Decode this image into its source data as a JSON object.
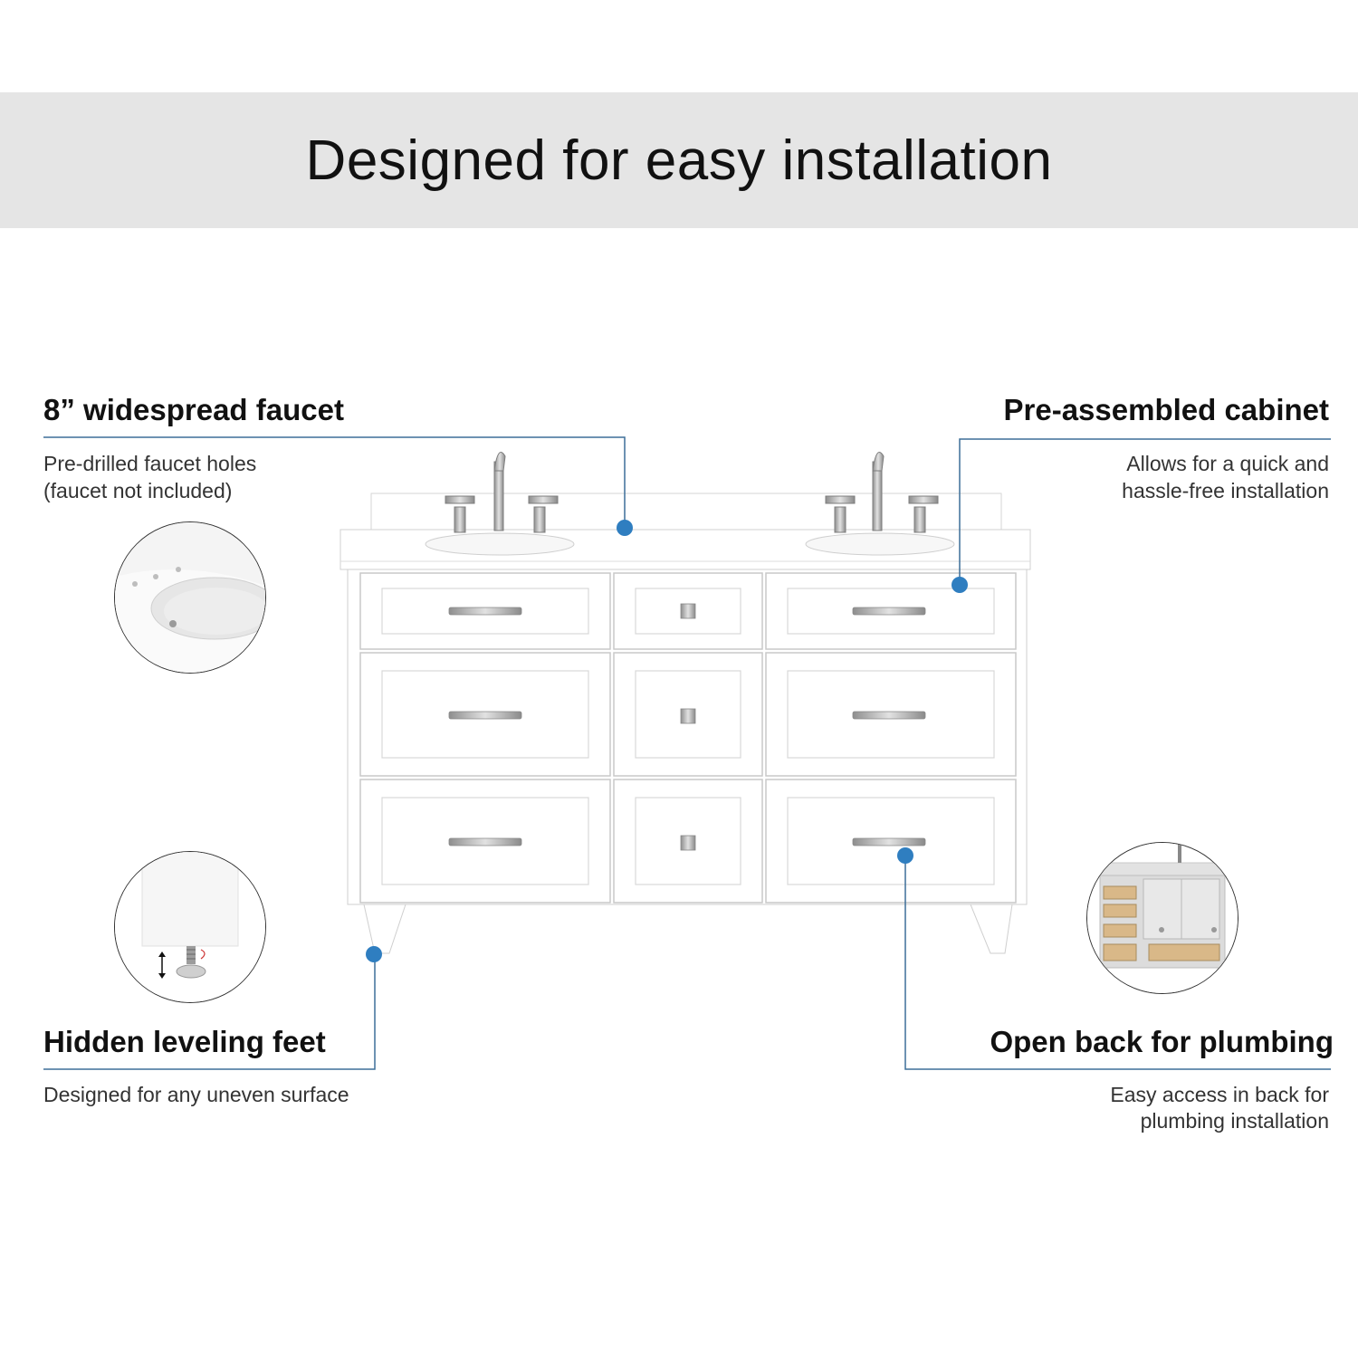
{
  "header": {
    "title": "Designed for easy installation"
  },
  "features": {
    "faucet": {
      "title": "8” widespread faucet",
      "desc_line1": "Pre-drilled faucet holes",
      "desc_line2": "(faucet not included)"
    },
    "cabinet": {
      "title": "Pre-assembled cabinet",
      "desc_line1": "Allows for  a quick and",
      "desc_line2": "hassle-free installation"
    },
    "feet": {
      "title": "Hidden leveling feet",
      "desc_line1": "Designed for any uneven surface"
    },
    "plumbing": {
      "title": "Open back for plumbing",
      "desc_line1": "Easy access in back for",
      "desc_line2": "plumbing installation"
    }
  },
  "colors": {
    "callout_line": "#3d6f99",
    "callout_dot": "#2f7ec0",
    "banner_bg": "#e5e5e5",
    "vanity_white": "#ffffff",
    "hardware": "#b7b7b7"
  },
  "icons": [
    "sink-basin-icon",
    "leveling-foot-icon",
    "open-back-cabinet-icon",
    "vanity-illustration"
  ]
}
